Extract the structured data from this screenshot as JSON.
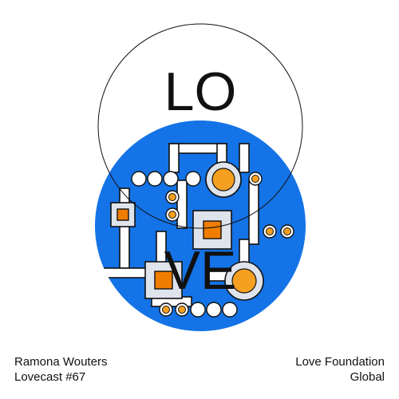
{
  "cover": {
    "word_top": "LO",
    "word_bottom": "VE",
    "colors": {
      "circuit_blue": "#1473e6",
      "accent_orange": "#f07d00",
      "chip_fill": "#dfe3ec",
      "outline": "#111111",
      "background": "#ffffff"
    }
  },
  "captions": {
    "artist": "Ramona Wouters",
    "episode": "Lovecast #67",
    "label_line1": "Love Foundation",
    "label_line2": "Global"
  }
}
